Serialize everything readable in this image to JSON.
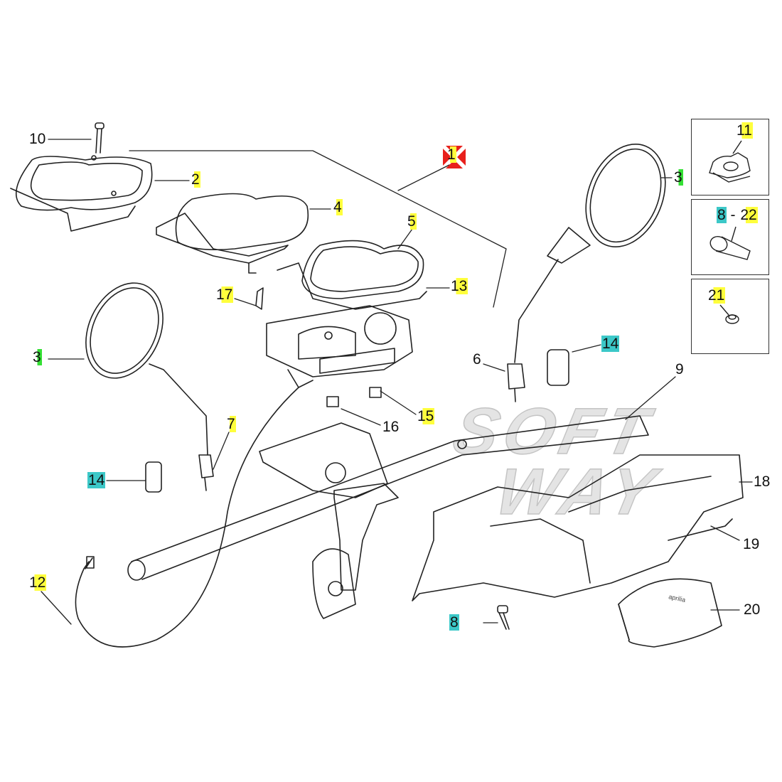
{
  "diagram": {
    "type": "exploded parts diagram",
    "watermark": [
      "SOFT",
      "WAY"
    ],
    "highlight_colors": {
      "yellow": "#ffff3c",
      "cyan": "#3cc8c8",
      "green": "#34e034",
      "marker": "#e8201c"
    },
    "callouts": [
      {
        "label": "1",
        "highlight": "yellow"
      },
      {
        "label": "2",
        "highlight": "yellow"
      },
      {
        "label": "3",
        "highlight": "green"
      },
      {
        "label": "3",
        "highlight": "green"
      },
      {
        "label": "4",
        "highlight": "yellow"
      },
      {
        "label": "5",
        "highlight": "yellow"
      },
      {
        "label": "6",
        "highlight": "none"
      },
      {
        "label": "7",
        "highlight": "yellow"
      },
      {
        "label": "8",
        "highlight": "cyan"
      },
      {
        "label": "9",
        "highlight": "none"
      },
      {
        "label": "10",
        "highlight": "none"
      },
      {
        "label": "12",
        "highlight": "yellow"
      },
      {
        "label": "13",
        "highlight": "yellow"
      },
      {
        "label": "14",
        "highlight": "cyan"
      },
      {
        "label": "14",
        "highlight": "cyan"
      },
      {
        "label": "15",
        "highlight": "yellow"
      },
      {
        "label": "16",
        "highlight": "none"
      },
      {
        "label": "17",
        "highlight": "yellow"
      },
      {
        "label": "18",
        "highlight": "none"
      },
      {
        "label": "19",
        "highlight": "none"
      },
      {
        "label": "20",
        "highlight": "none"
      }
    ],
    "inset_boxes": [
      {
        "label": "11",
        "highlight": "yellow"
      },
      {
        "label_a": "8",
        "separator": "-",
        "label_b": "22",
        "highlight_a": "cyan",
        "highlight_b": "yellow"
      },
      {
        "label": "21",
        "highlight": "yellow"
      }
    ],
    "cover_brand": "aprilia"
  }
}
